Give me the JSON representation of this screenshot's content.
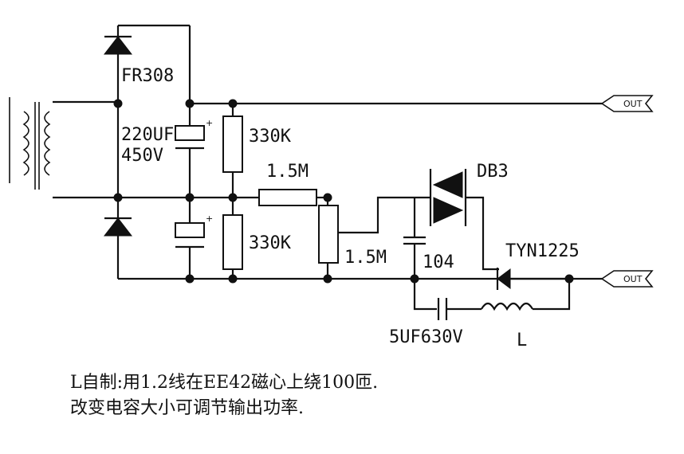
{
  "labels": {
    "diode": "FR308",
    "capacitor_value": "220UF",
    "capacitor_voltage": "450V",
    "resistor_upper": "330K",
    "resistor_lower": "330K",
    "resistor_series": "1.5M",
    "resistor_vertical": "1.5M",
    "diac": "DB3",
    "capacitor_104": "104",
    "scr": "TYN1225",
    "capacitor_5uf": "5UF630V",
    "inductor": "L",
    "out_top": "OUT",
    "out_bottom": "OUT",
    "plus_upper": "+",
    "plus_lower": "+"
  },
  "notes": {
    "line1": "L自制:用1.2线在EE42磁心上绕100匝.",
    "line2": "改变电容大小可调节输出功率."
  }
}
